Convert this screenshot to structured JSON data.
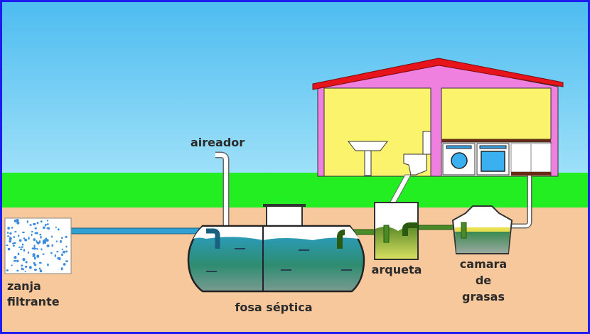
{
  "labels": {
    "aireador": "aireador",
    "zanja_line1": "zanja",
    "zanja_line2": "filtrante",
    "fosa": "fosa séptica",
    "arqueta": "arqueta",
    "camara_line1": "camara",
    "camara_line2": "de",
    "camara_line3": "grasas"
  },
  "colors": {
    "border": "#1c1cf0",
    "sky": "#5cc6f2",
    "grass": "#22ee22",
    "soil": "#f6c89c",
    "roof": "#e8141c",
    "walls": "#f080e0",
    "rooms": "#fbf36c",
    "water": "#2a9ec0",
    "sludge": "#6a9a30",
    "grease": "#e8e050"
  }
}
